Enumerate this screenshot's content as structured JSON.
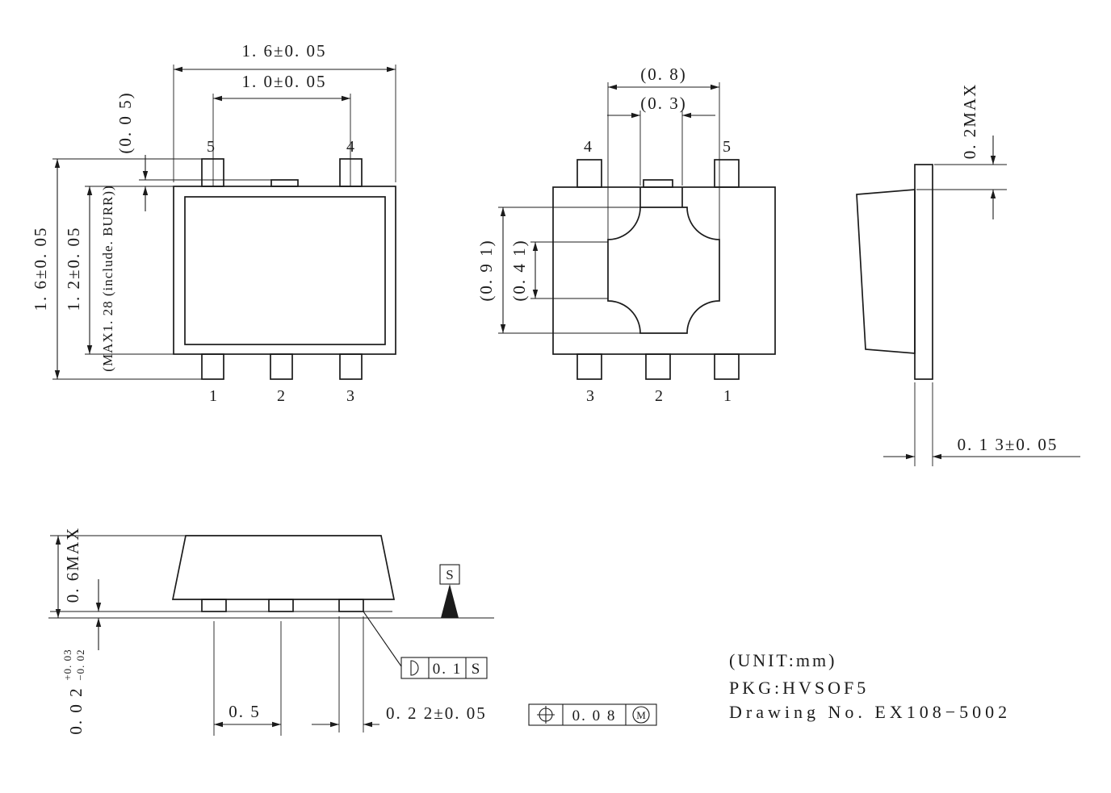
{
  "top_view": {
    "dim_width_outer": "1. 6±0. 05",
    "dim_width_pins": "1. 0±0. 05",
    "dim_tab_offset": "(0. 0 5)",
    "dim_height_outer": "1. 6±0. 05",
    "dim_height_body": "1. 2±0. 05",
    "dim_height_burr": "(MAX1. 28 (include. BURR))",
    "pin_top_left": "5",
    "pin_top_right": "4",
    "pin_bottom_left": "1",
    "pin_bottom_mid": "2",
    "pin_bottom_right": "3"
  },
  "bottom_view": {
    "dim_pad_width": "(0. 8)",
    "dim_tab_width": "(0. 3)",
    "dim_pad_height": "(0. 9 1)",
    "dim_pad_waist": "(0. 4 1)",
    "pin_top_left": "4",
    "pin_top_right": "5",
    "pin_bottom_left": "3",
    "pin_bottom_mid": "2",
    "pin_bottom_right": "1"
  },
  "side_view": {
    "dim_tab_height": "0. 2MAX",
    "dim_lead_thickness": "0. 1 3±0. 05"
  },
  "front_view": {
    "dim_height": "0. 6MAX",
    "dim_standoff": "0. 0 2",
    "dim_standoff_tol_plus": "+0. 03",
    "dim_standoff_tol_minus": "−0. 02",
    "dim_pitch": "0. 5",
    "dim_lead_width": "0. 2 2±0. 05",
    "datum_label": "S",
    "flatness_value": "0. 1",
    "flatness_datum": "S",
    "position_value": "0. 0 8",
    "position_modifier": "M"
  },
  "notes": {
    "unit": "(UNIT:mm)",
    "pkg": "PKG:HVSOF5",
    "drawing_no": "Drawing No. EX108−5002"
  }
}
